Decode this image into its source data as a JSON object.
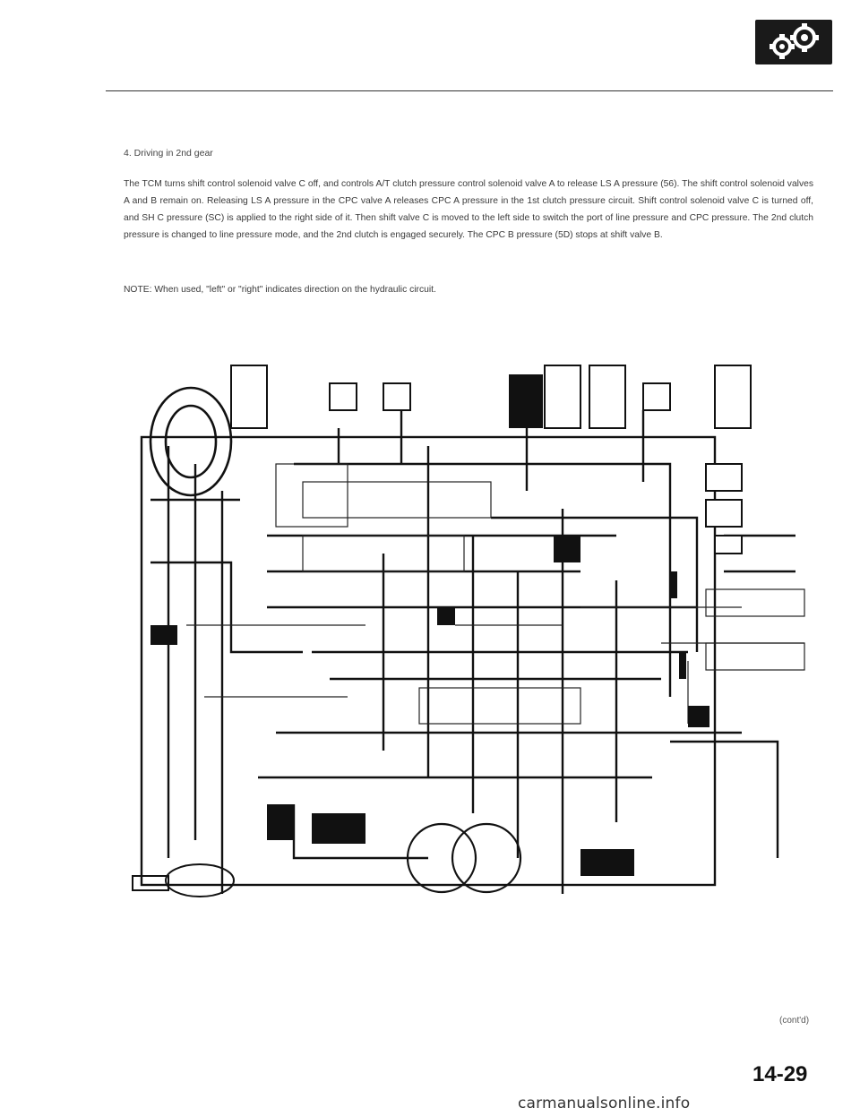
{
  "section": {
    "heading": "4. Driving in 2nd gear",
    "paragraph": "The TCM turns shift control solenoid valve C off, and controls A/T clutch pressure control solenoid valve A to release LS A pressure (56). The shift control solenoid valves A and B remain on. Releasing LS A pressure in the CPC valve A releases CPC A pressure in the 1st clutch pressure circuit. Shift control solenoid valve C is turned off, and SH C pressure (SC) is applied to the right side of it. Then shift valve C is moved to the left side to switch the port of line pressure and CPC pressure. The 2nd clutch pressure is changed to line pressure mode, and the 2nd clutch is engaged securely. The CPC B pressure (5D) stops at shift valve B.",
    "note": "NOTE: When used, \"left\" or \"right\" indicates direction on the hydraulic circuit."
  },
  "footer": {
    "contd": "(cont'd)",
    "page_number": "14-29",
    "watermark": "carmanualsonline.info"
  },
  "colors": {
    "ink": "#111111",
    "logo_bg": "#1a1a1a"
  },
  "icons": {
    "logo": "gears-icon"
  }
}
